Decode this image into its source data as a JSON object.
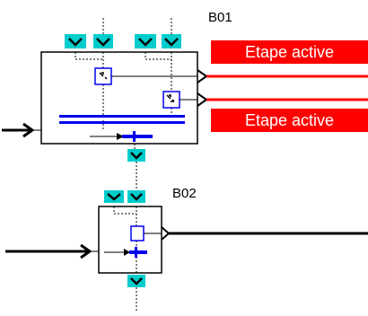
{
  "blocks": {
    "b01": {
      "label": "B01"
    },
    "b02": {
      "label": "B02"
    }
  },
  "status": {
    "active_1": "Etape active",
    "active_2": "Etape active"
  },
  "colors": {
    "status_bg": "#ff0000",
    "status_text": "#ffffff",
    "connector": "#00cccc",
    "bus": "#0000ee",
    "line": "#000000",
    "output_line": "#ff0000"
  }
}
